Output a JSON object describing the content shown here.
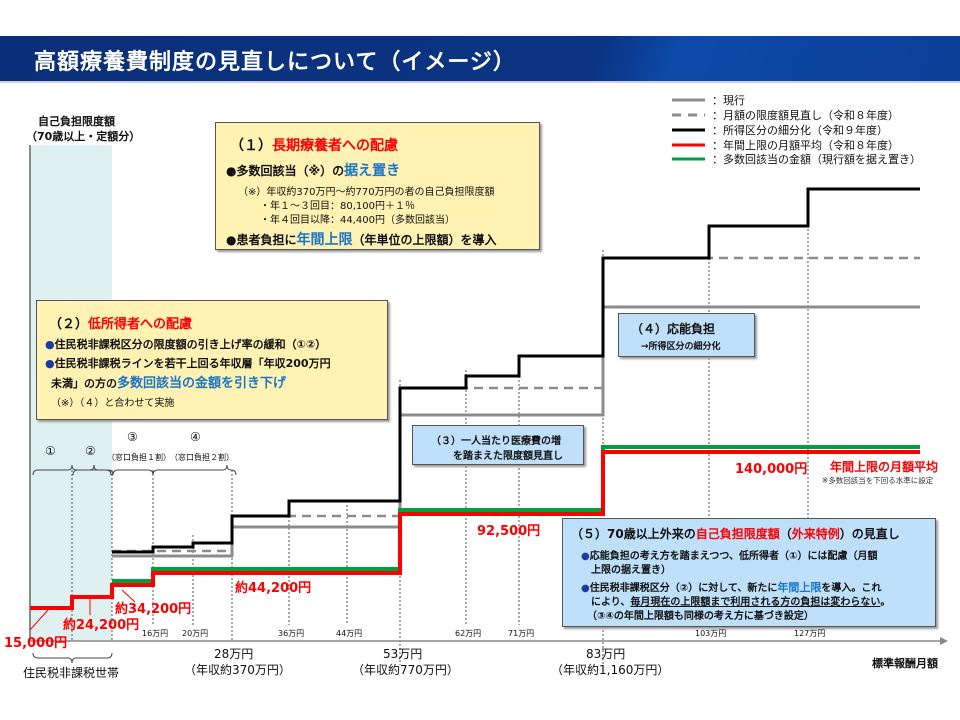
{
  "title": "高額療養費制度の見直しについて（イメージ）",
  "y_axis": {
    "line1": "自己負担限度額",
    "line2": "（70歳以上・定額分）"
  },
  "x_axis": {
    "label": "標準報酬月額"
  },
  "legend": [
    {
      "label": "：現行",
      "color": "#808080",
      "style": "solid"
    },
    {
      "label": "：月額の限度額見直し（令和８年度）",
      "color": "#808080",
      "style": "dashed"
    },
    {
      "label": "：所得区分の細分化（令和９年度）",
      "color": "#000000",
      "style": "solid"
    },
    {
      "label": "：年間上限の月額平均（令和８年度）",
      "color": "#ff0000",
      "style": "solid"
    },
    {
      "label": "：多数回該当の金額（現行額を据え置き）",
      "color": "#00a040",
      "style": "solid"
    }
  ],
  "box1": {
    "head_num": "（１）",
    "head": "長期療養者への配慮",
    "b1_pre": "●多数回該当（※）の",
    "b1_hl": "据え置き",
    "note1": "（※）年収約370万円～約770万円の者の自己負担限度額",
    "note2": "・年１～３回目：80,100円＋１％",
    "note3": "・年４回目以降：44,400円（多数回該当）",
    "b2_pre": "●患者負担に",
    "b2_hl": "年間上限",
    "b2_post": "（年単位の上限額）を導入"
  },
  "box2": {
    "head_num": "（２）",
    "head": "低所得者への配慮",
    "b1": "住民税非課税区分の限度額の引き上げ率の緩和（①②）",
    "b2_line1": "住民税非課税ラインを若干上回る年収層「年収200万円",
    "b2_pre": "未満」の方の",
    "b2_hl": "多数回該当の金額を引き下げ",
    "note": "（※）（４）と合わせて実施"
  },
  "box3": {
    "line1": "（３）一人当たり医療費の増",
    "line2": "を踏まえた限度額見直し"
  },
  "box4": {
    "head": "（４）応能負担",
    "sub": "→所得区分の細分化"
  },
  "box5": {
    "head_pre": "（５）70歳以上外来の",
    "head_hl1": "自己負担限度額",
    "head_mid": "（",
    "head_hl2": "外来特例",
    "head_post": "）の見直し",
    "b1_line1": "応能負担の考え方を踏まえつつ、低所得者（①）には配慮（月額",
    "b1_line2": "上限の据え置き）",
    "b2_pre": "住民税非課税区分（②）に対して、新たに",
    "b2_hl": "年間上限",
    "b2_post": "を導入。これ",
    "b2_line2_pre": "により、",
    "b2_line2_ul": "毎月現在の上限額まで利用される方の負担は変わらない",
    "b2_line2_post": "。",
    "b2_line3": "（③④の年間上限額も同様の考え方に基づき設定）"
  },
  "groups": {
    "g1": "①",
    "g2": "②",
    "g3": "③",
    "g3_sub": "（窓口負担１割）",
    "g4": "④",
    "g4_sub": "（窓口負担２割）",
    "bottom": "住民税非課税世帯"
  },
  "amounts": {
    "a1": "15,000円",
    "a2": "約24,200円",
    "a3": "約34,200円",
    "a4": "約44,200円",
    "a5": "92,500円",
    "a6": "140,000円",
    "annual_label": "年間上限の月額平均",
    "annual_note": "※多数回該当を下回る水準に設定"
  },
  "ticks_small": [
    "16万円",
    "20万円",
    "36万円",
    "44万円",
    "62万円",
    "71万円",
    "103万円",
    "127万円"
  ],
  "ticks_major": [
    {
      "value": "28万円",
      "income": "（年収約370万円）"
    },
    {
      "value": "53万円",
      "income": "（年収約770万円）"
    },
    {
      "value": "83万円",
      "income": "（年収約1,160万円）"
    }
  ]
}
